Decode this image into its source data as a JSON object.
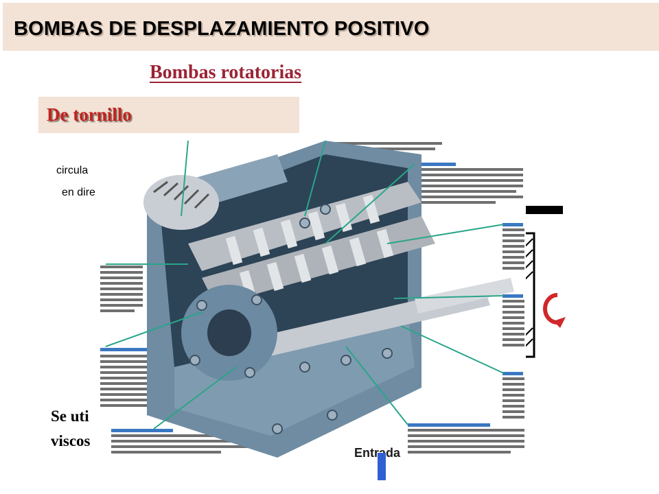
{
  "slide": {
    "title": "BOMBAS DE DESPLAZAMIENTO POSITIVO",
    "subtitle": "Bombas rotatorias",
    "section": "De tornillo",
    "left_text_line1": "circula",
    "left_text_line2": "en dire",
    "bottom_text_line1": "Se uti",
    "bottom_text_line2": "viscos",
    "partial_label": "Entrada"
  },
  "colors": {
    "title_bg": "#f3e2d6",
    "subtitle": "#9b2335",
    "section_text": "#c0231e",
    "pump_body": "#5d7c94",
    "arrow_red": "#d0282a",
    "bar_blue": "#2f5fd3"
  }
}
